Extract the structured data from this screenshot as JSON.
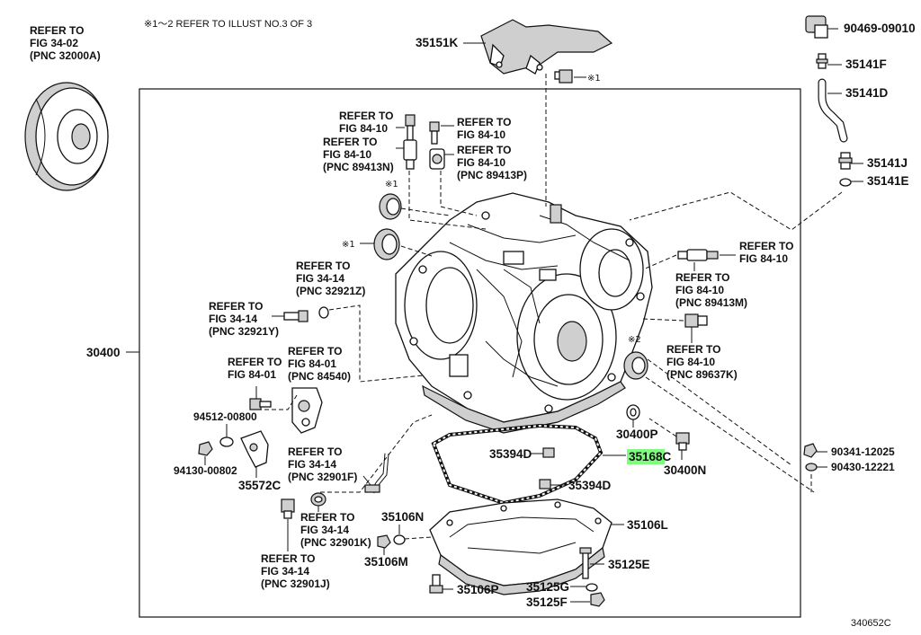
{
  "header_note": "※1～2 REFER TO ILLUST NO.3 OF 3",
  "illustration_number": "340652C",
  "highlight_color": "#7dfc7d",
  "callouts": {
    "torque_converter_ref": [
      "REFER TO",
      "FIG 34-02",
      "(PNC 32000A)"
    ],
    "speed_sensor_n_a": [
      "REFER TO",
      "FIG 84-10"
    ],
    "speed_sensor_n_b": [
      "REFER TO",
      "FIG 84-10",
      "(PNC 89413N)"
    ],
    "speed_sensor_p_a": [
      "REFER TO",
      "FIG 84-10"
    ],
    "speed_sensor_p_b": [
      "REFER TO",
      "FIG 84-10",
      "(PNC 89413P)"
    ],
    "ref_32921z": [
      "REFER TO",
      "FIG 34-14",
      "(PNC 32921Z)"
    ],
    "ref_32921y": [
      "REFER TO",
      "FIG 34-14",
      "(PNC 32921Y)"
    ],
    "ref_84540": [
      "REFER TO",
      "FIG 84-01",
      "(PNC 84540)"
    ],
    "ref_84_01": [
      "REFER TO",
      "FIG 84-01"
    ],
    "ref_84_10_right": [
      "REFER TO",
      "FIG 84-10"
    ],
    "ref_89413m": [
      "REFER TO",
      "FIG 84-10",
      "(PNC 89413M)"
    ],
    "ref_89637k": [
      "REFER TO",
      "FIG 84-10",
      "(PNC 89637K)"
    ],
    "ref_32901f": [
      "REFER TO",
      "FIG 34-14",
      "(PNC 32901F)"
    ],
    "ref_32901k": [
      "REFER TO",
      "FIG 34-14",
      "(PNC 32901K)"
    ],
    "ref_32901j": [
      "REFER TO",
      "FIG 34-14",
      "(PNC 32901J)"
    ]
  },
  "part_numbers": {
    "p35151k": "35151K",
    "p90469": "90469-09010",
    "p35141f": "35141F",
    "p35141d": "35141D",
    "p35141j": "35141J",
    "p35141e": "35141E",
    "p30400": "30400",
    "p94512": "94512-00800",
    "p94130": "94130-00802",
    "p35572c": "35572C",
    "p35394d_a": "35394D",
    "p35394d_b": "35394D",
    "p35168c": "35168C",
    "p30400p": "30400P",
    "p30400n": "30400N",
    "p90341": "90341-12025",
    "p90430": "90430-12221",
    "p35106n": "35106N",
    "p35106m": "35106M",
    "p35106l": "35106L",
    "p35106p": "35106P",
    "p35125e": "35125E",
    "p35125g": "35125G",
    "p35125f": "35125F"
  },
  "markers": {
    "m1_top": "※1",
    "m1_seal": "※1",
    "m1_seal2": "※1",
    "m2": "※2"
  }
}
